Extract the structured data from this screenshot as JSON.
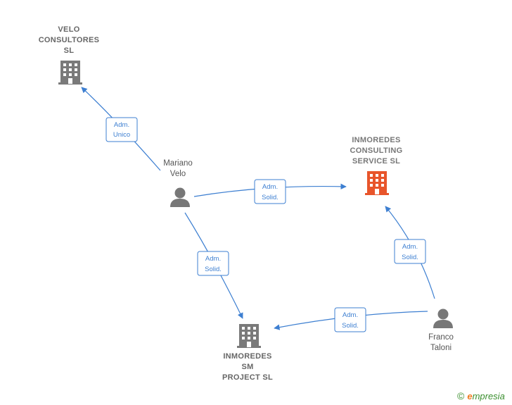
{
  "colors": {
    "edge": "#3d7fd1",
    "company": "#7a7a7a",
    "company_highlight": "#e8552b",
    "person": "#777777"
  },
  "nodes": {
    "velo_consultores": {
      "label": "VELO\nCONSULTORES\nSL",
      "icon": "building-icon"
    },
    "inmoredes_consulting": {
      "label": "INMOREDES\nCONSULTING\nSERVICE  SL",
      "icon": "building-icon",
      "highlight": true
    },
    "inmoredes_sm": {
      "label": "INMOREDES\nSM\nPROJECT  SL",
      "icon": "building-icon"
    },
    "mariano_velo": {
      "label": "Mariano\nVelo",
      "icon": "person-icon"
    },
    "franco_taloni": {
      "label": "Franco\nTaloni",
      "icon": "person-icon"
    }
  },
  "edges": [
    {
      "id": "e1",
      "from": "mariano_velo",
      "to": "velo_consultores",
      "label": [
        "Adm.",
        "Unico"
      ]
    },
    {
      "id": "e2",
      "from": "mariano_velo",
      "to": "inmoredes_consulting",
      "label": [
        "Adm.",
        "Solid."
      ]
    },
    {
      "id": "e3",
      "from": "mariano_velo",
      "to": "inmoredes_sm",
      "label": [
        "Adm.",
        "Solid."
      ]
    },
    {
      "id": "e4",
      "from": "franco_taloni",
      "to": "inmoredes_consulting",
      "label": [
        "Adm.",
        "Solid."
      ]
    },
    {
      "id": "e5",
      "from": "franco_taloni",
      "to": "inmoredes_sm",
      "label": [
        "Adm.",
        "Solid."
      ]
    }
  ],
  "watermark": {
    "copyright": "©",
    "brand_first": "e",
    "brand_rest": "mpresia"
  }
}
